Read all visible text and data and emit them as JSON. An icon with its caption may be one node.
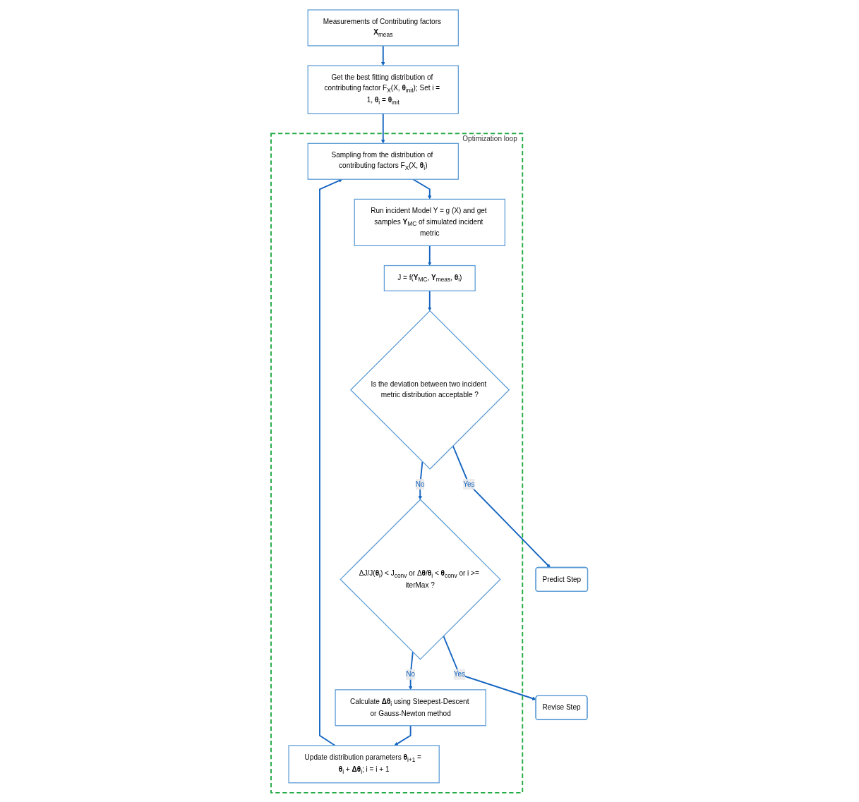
{
  "diagram": {
    "nodes": [
      {
        "text": [
          "Measurements of Contributing factors **X**$_{meas}$"
        ]
      },
      {
        "text": [
          "Get the best fitting distribution of contributing factor F$_{X}$(X, **θ**$_{init}$); Set i = 1, **θ**$_{i}$ = **θ**$_{init}$"
        ]
      },
      {
        "text": [
          "Optimization loop"
        ]
      },
      {
        "text": [
          "Sampling from the distribution of contributing factors F$_{X}$(X, **θ**$_{i}$)"
        ],
        "in": 2
      },
      {
        "text": [
          "Run incident Model Y = g (X) and get samples **Y**$_{MC}$ of simulated incident metric"
        ],
        "in": 2
      },
      {
        "text": [
          "J = f(**Y**$_{MC}$, **Y**$_{meas}$, **θ**$_{i}$)"
        ],
        "in": 2
      },
      {
        "text": [
          "Is the deviation between two incident metric distribution acceptable ?"
        ],
        "in": 2
      },
      {
        "text": [
          "ΔJ/J(**θ**$_{i}$) < J$_{conv}$ or Δ**θ**/**θ**$_{i}$ < **θ**$_{conv}$ or i >= iterMax ?"
        ],
        "in": 2
      },
      {
        "text": [
          "Calculate **Δθ**$_{i}$ using Steepest-Descent or Gauss-Newton method"
        ],
        "in": 2
      },
      {
        "text": [
          "Update distribution parameters **θ**$_{i+1}$ = **θ**$_{i}$ + **Δθ**$_{i}$; i = i + 1"
        ],
        "in": 2
      },
      {
        "text": [
          "Predict Step"
        ]
      },
      {
        "text": [
          "Revise Step"
        ]
      }
    ],
    "edges": [
      {
        "from": 0,
        "to": 1,
        "arrow": "to"
      },
      {
        "from": 1,
        "to": 3,
        "arrow": "to"
      },
      {
        "from": 3,
        "to": 4,
        "arrow": "to"
      },
      {
        "from": 4,
        "to": 5,
        "arrow": "to"
      },
      {
        "from": 5,
        "to": 6,
        "arrow": "to"
      },
      {
        "from": 6,
        "to": 7,
        "label": "No",
        "arrow": "to"
      },
      {
        "from": 7,
        "to": 8,
        "label": "No",
        "arrow": "to"
      },
      {
        "from": 8,
        "to": 9,
        "arrow": "to"
      },
      {
        "from": 9,
        "to": 3,
        "arrow": "to"
      },
      {
        "from": 6,
        "to": 10,
        "label": "Yes",
        "arrow": "to"
      },
      {
        "from": 7,
        "to": 11,
        "label": "Yes",
        "arrow": "to"
      }
    ]
  }
}
